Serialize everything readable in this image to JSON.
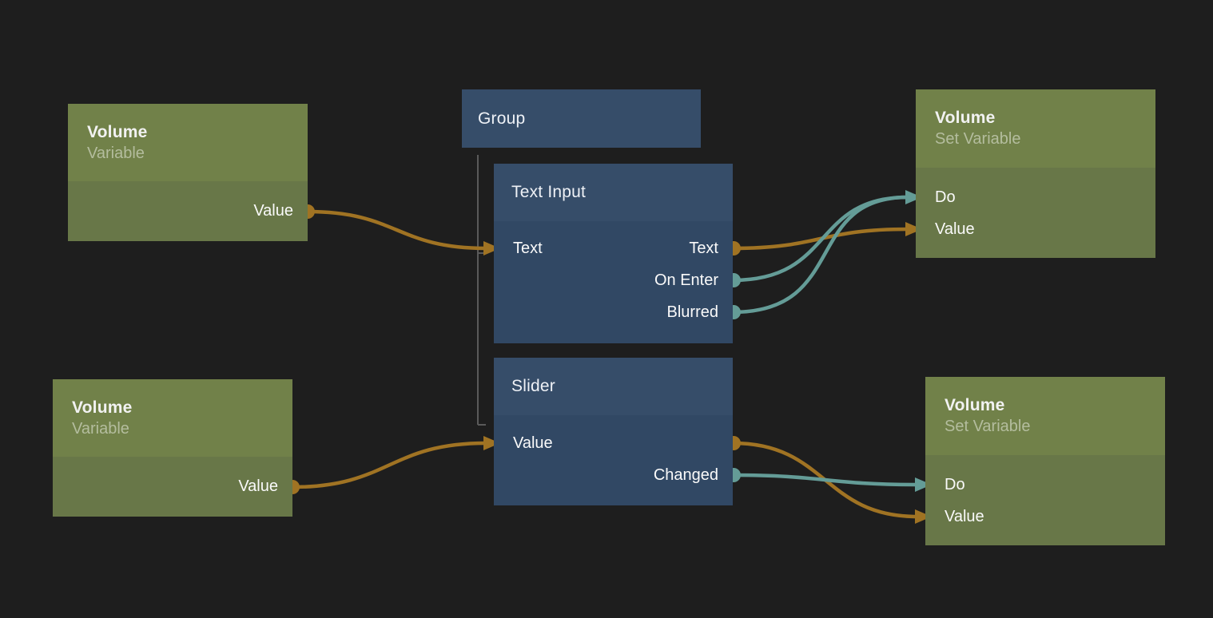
{
  "editor": {
    "kind": "node-graph-canvas",
    "background": "dark"
  },
  "colors": {
    "bg": "#1e1e1e",
    "blue-header": "#364d69",
    "blue-body": "#314864",
    "green-header": "#718149",
    "green-body": "#687748",
    "wire-orange": "#a07323",
    "wire-teal": "#649c97",
    "group-line": "#5a5a5a",
    "title-text": "#f2f2f2",
    "subtitle-green": "#b4bd9e",
    "port-text": "#fafafa"
  },
  "nodes": {
    "group": {
      "title": "Group"
    },
    "var_top": {
      "title": "Volume",
      "subtitle": "Variable",
      "outputs": [
        {
          "label": "Value",
          "port": "value-output"
        }
      ]
    },
    "var_bottom": {
      "title": "Volume",
      "subtitle": "Variable",
      "outputs": [
        {
          "label": "Value",
          "port": "value-output"
        }
      ]
    },
    "text_input": {
      "title": "Text Input",
      "inputs": [
        {
          "label": "Text",
          "port": "value-input"
        }
      ],
      "outputs": [
        {
          "label": "Text",
          "port": "value-output"
        },
        {
          "label": "On Enter",
          "port": "signal-output"
        },
        {
          "label": "Blurred",
          "port": "signal-output"
        }
      ]
    },
    "slider": {
      "title": "Slider",
      "inputs": [
        {
          "label": "Value",
          "port": "value-input"
        }
      ],
      "outputs": [
        {
          "label": "",
          "port": "value-output"
        },
        {
          "label": "Changed",
          "port": "signal-output"
        }
      ]
    },
    "set_var_top": {
      "title": "Volume",
      "subtitle": "Set Variable",
      "inputs": [
        {
          "label": "Do",
          "port": "signal-input"
        },
        {
          "label": "Value",
          "port": "value-input"
        }
      ]
    },
    "set_var_bottom": {
      "title": "Volume",
      "subtitle": "Set Variable",
      "inputs": [
        {
          "label": "Do",
          "port": "signal-input"
        },
        {
          "label": "Value",
          "port": "value-input"
        }
      ]
    }
  },
  "connections": [
    {
      "from": "Volume Variable (top) / Value",
      "to": "Text Input / Text",
      "kind": "value"
    },
    {
      "from": "Text Input / Text",
      "to": "Volume Set Variable (top) / Value",
      "kind": "value"
    },
    {
      "from": "Text Input / On Enter",
      "to": "Volume Set Variable (top) / Do",
      "kind": "signal"
    },
    {
      "from": "Text Input / Blurred",
      "to": "Volume Set Variable (top) / Do",
      "kind": "signal"
    },
    {
      "from": "Volume Variable (bottom) / Value",
      "to": "Slider / Value",
      "kind": "value"
    },
    {
      "from": "Slider / Value",
      "to": "Volume Set Variable (bottom) / Value",
      "kind": "value"
    },
    {
      "from": "Slider / Changed",
      "to": "Volume Set Variable (bottom) / Do",
      "kind": "signal"
    }
  ]
}
